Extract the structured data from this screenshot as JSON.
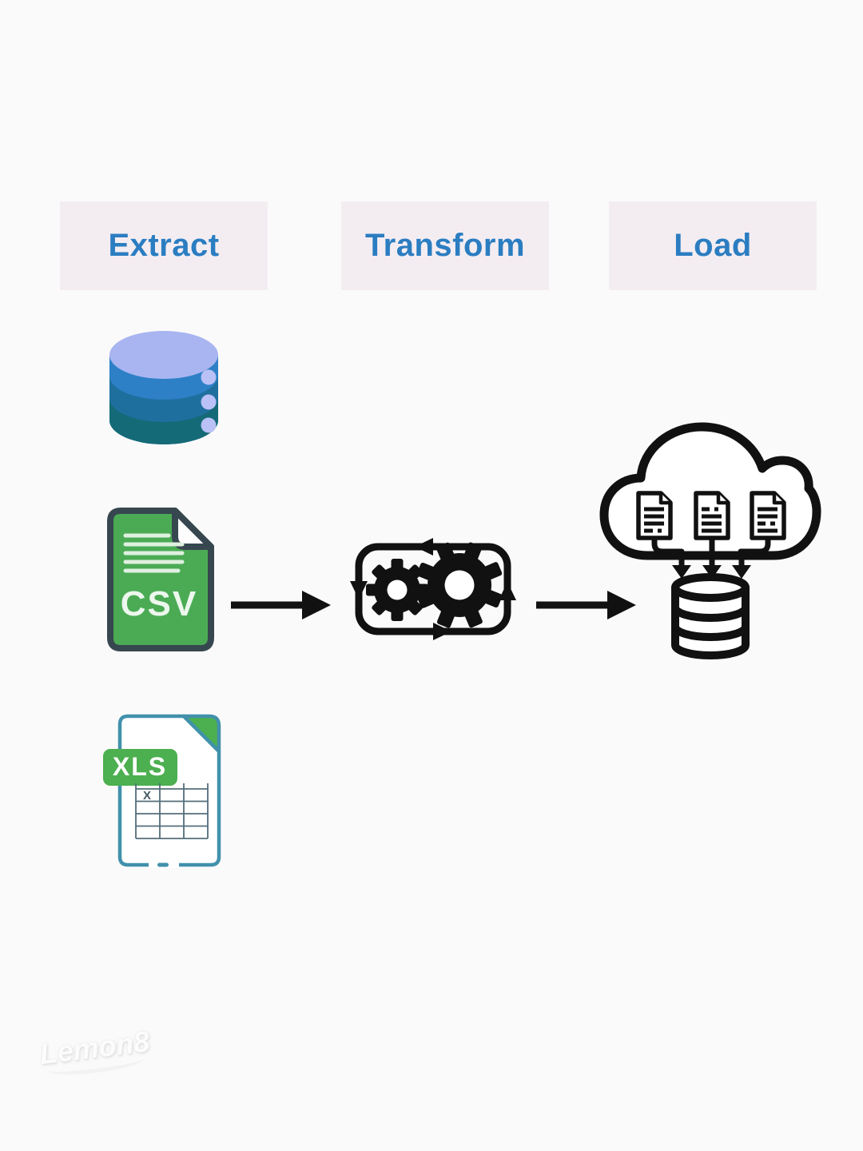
{
  "diagram": {
    "stages": [
      {
        "id": "extract",
        "label": "Extract"
      },
      {
        "id": "transform",
        "label": "Transform"
      },
      {
        "id": "load",
        "label": "Load"
      }
    ],
    "sources": [
      {
        "type": "database",
        "icon": "database-icon"
      },
      {
        "type": "csv-file",
        "icon": "csv-file-icon",
        "label": "CSV"
      },
      {
        "type": "xls-file",
        "icon": "xls-file-icon",
        "label": "XLS",
        "grid_marker": "X"
      }
    ],
    "transform_icon": "gears-cycle-icon",
    "load_icon": "cloud-to-database-icon"
  },
  "watermark": {
    "text": "Lemon8"
  },
  "colors": {
    "page_bg": "#fbfafa",
    "stage_box_bg": "#f3edf2",
    "stage_text": "#2b7dc1",
    "db_top": "#a9b5f1",
    "db_band1": "#2d80c6",
    "db_band2": "#1f6f9e",
    "db_band3": "#156a77",
    "db_dot": "#b9c1f6",
    "csv_green": "#4bab55",
    "csv_outline": "#37474f",
    "csv_text": "#ecf7ed",
    "xls_outline": "#4191ac",
    "xls_green": "#4caf50",
    "xls_grid": "#546e7a",
    "flow_black": "#111111"
  }
}
